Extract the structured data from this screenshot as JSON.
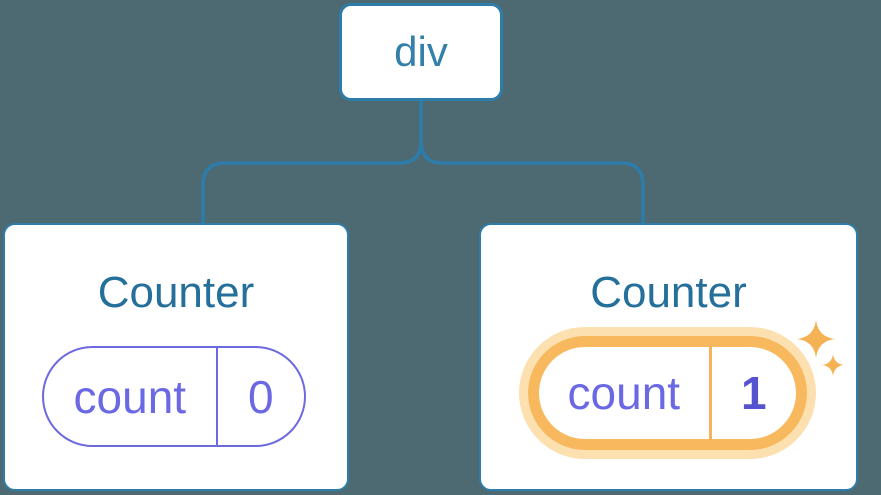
{
  "colors": {
    "background": "#4D6A73",
    "card_bg": "#FFFFFF",
    "line_blue": "#2E7CA9",
    "text_blue": "#3580AB",
    "title_blue": "#25709A",
    "purple": "#6B68E4",
    "purple_border": "#6D6AE0",
    "value_purple": "#5553D0",
    "orange": "#F8B95E",
    "orange_glow": "#FCE0B0",
    "orange_divider": "#F5B45C",
    "sparkle_orange": "#F5B254"
  },
  "tree": {
    "root": {
      "label": "div"
    },
    "children": [
      {
        "title": "Counter",
        "state_key": "count",
        "state_value": "0",
        "highlighted": false
      },
      {
        "title": "Counter",
        "state_key": "count",
        "state_value": "1",
        "highlighted": true,
        "icon": "sparkles-icon"
      }
    ]
  }
}
